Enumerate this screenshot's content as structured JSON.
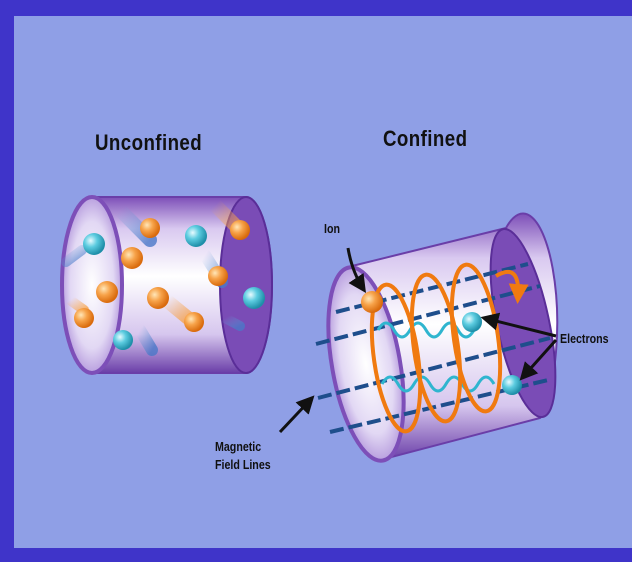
{
  "headings": {
    "unconfined": "Unconfined",
    "confined": "Confined"
  },
  "labels": {
    "ion": "Ion",
    "electrons": "Electrons",
    "magnetic_line1": "Magnetic",
    "magnetic_line2": "Field Lines"
  },
  "colors": {
    "frame": "#3f34c9",
    "background": "#8f9fe6",
    "cylinder_purple": "#8a5cc8",
    "ion": "#f08a1e",
    "electron": "#2fb5cf",
    "field_line": "#1e4e8c",
    "orbit": "#f07a10"
  }
}
